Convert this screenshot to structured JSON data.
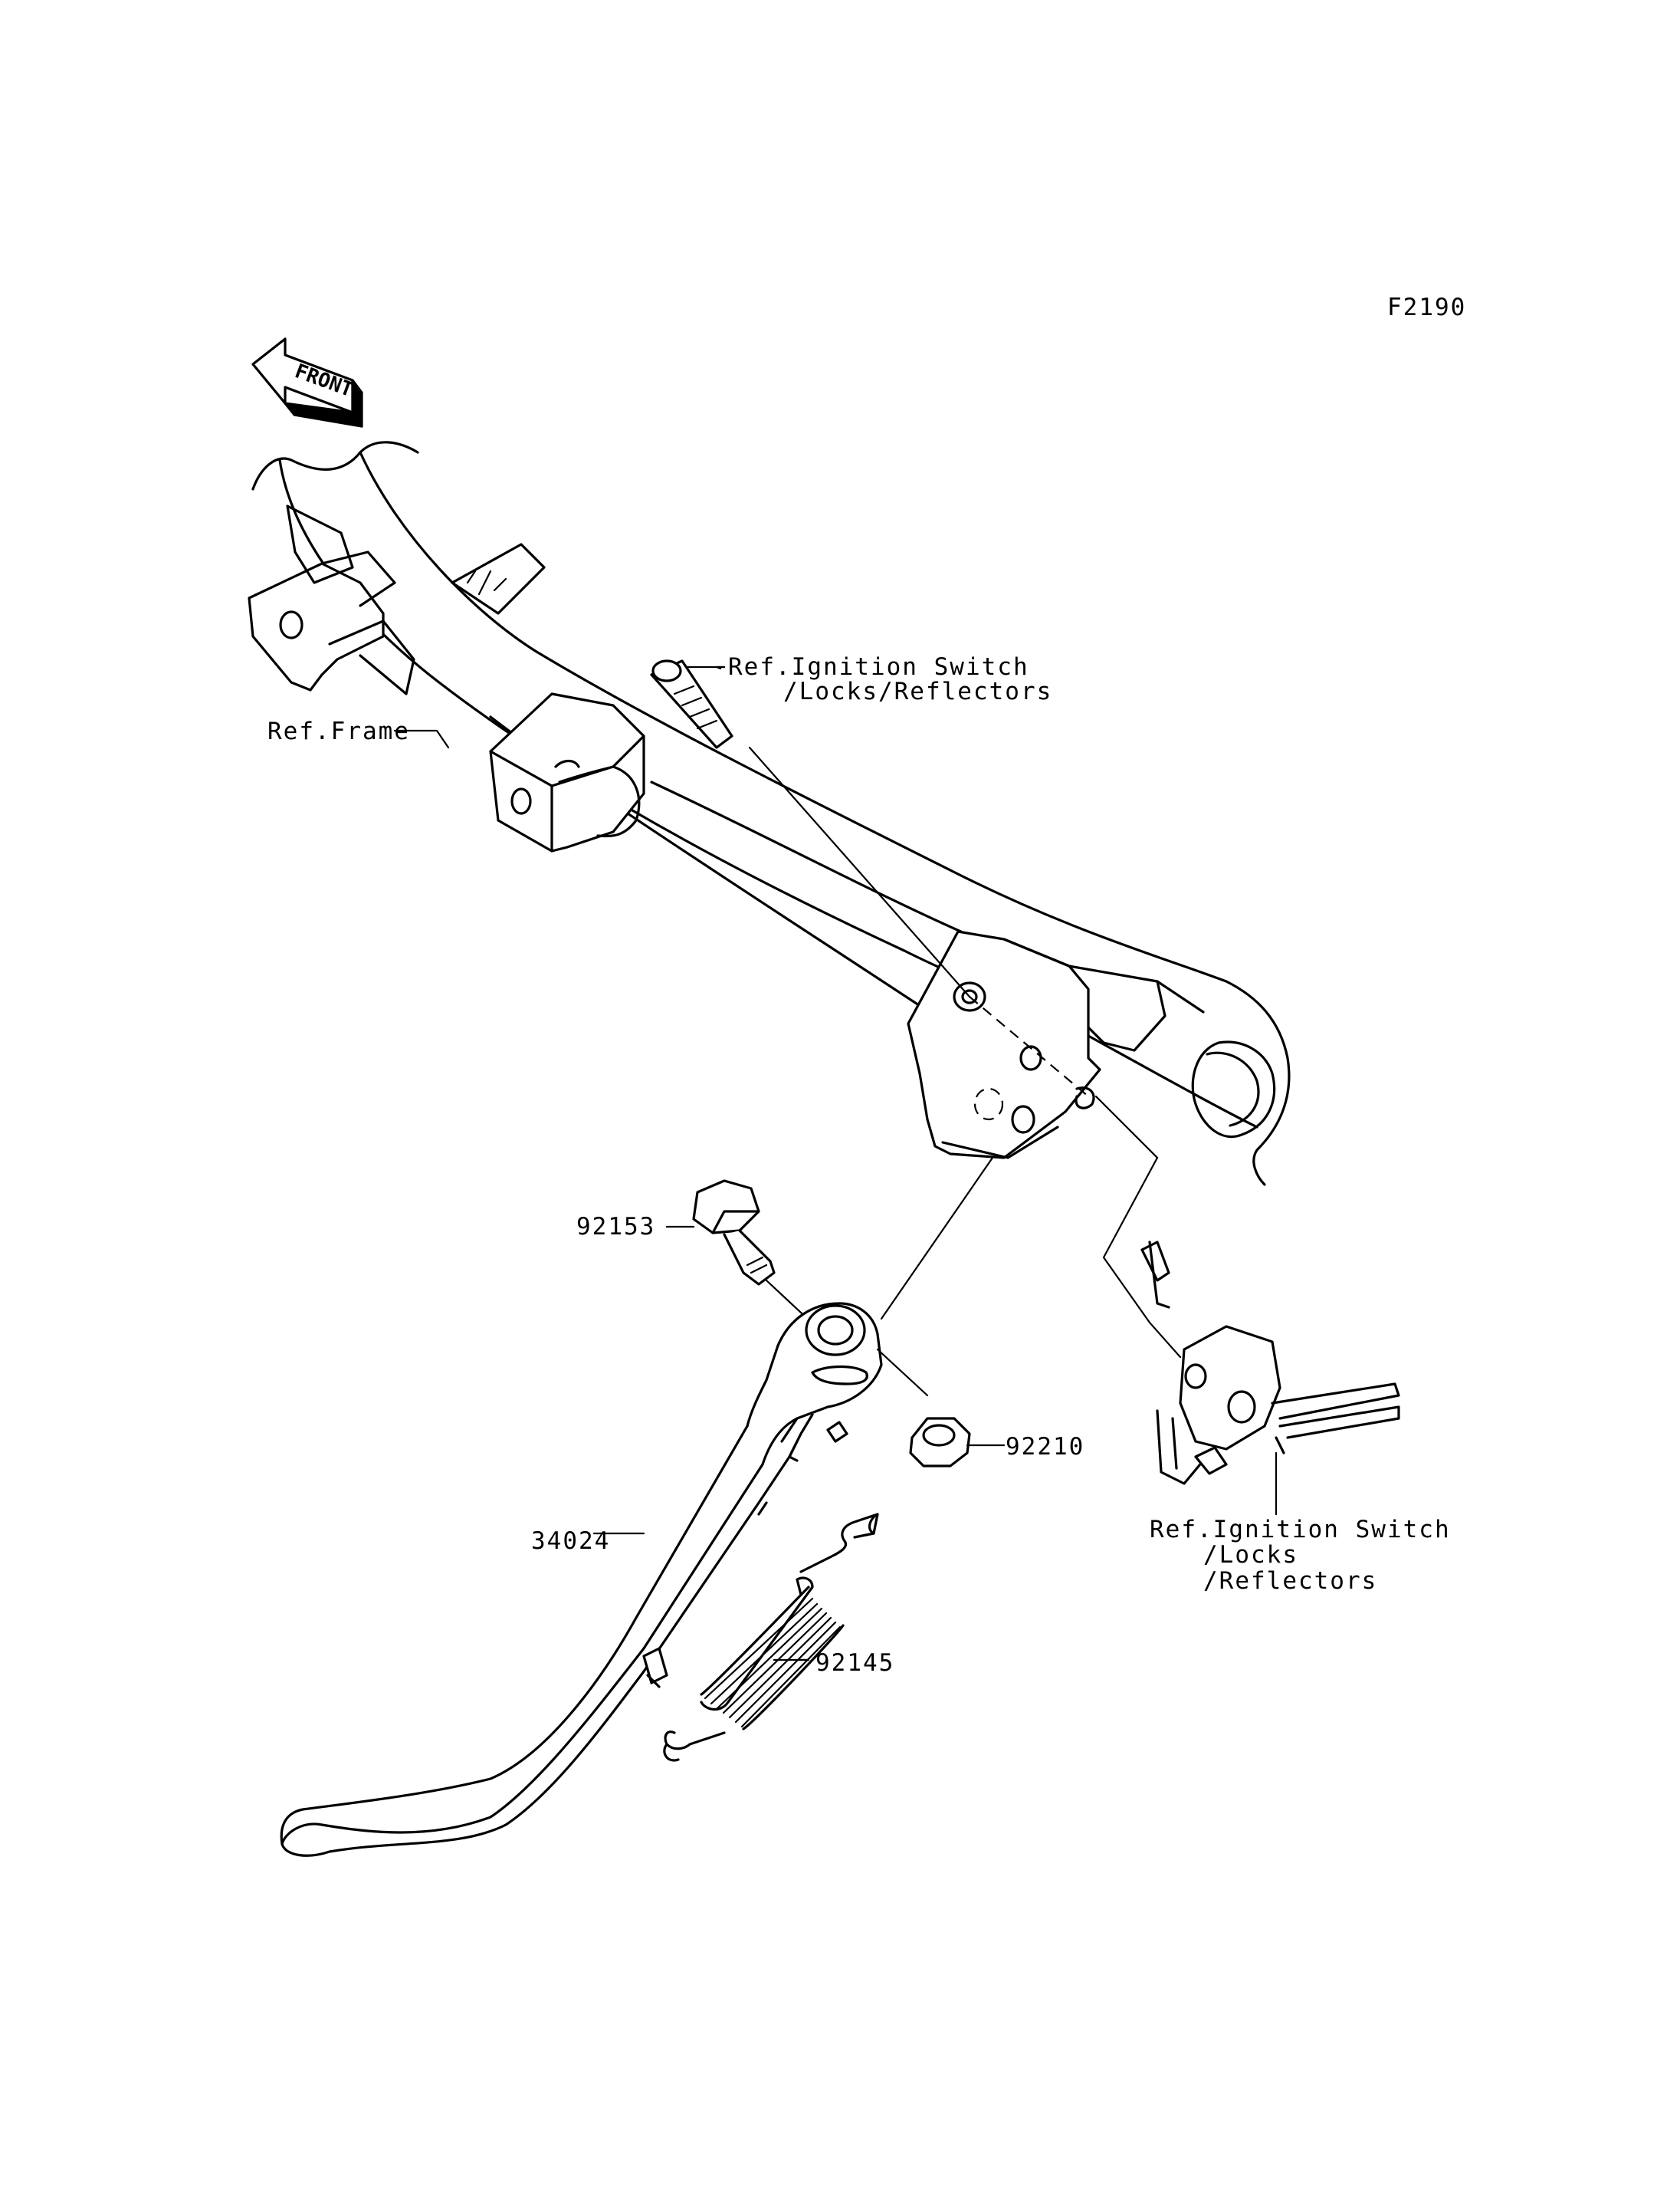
{
  "diagram_code": "F2190",
  "front_arrow_text": "FRONT",
  "callouts": {
    "ref_frame": "Ref.Frame",
    "ref_ignition_top_line1": "Ref.Ignition Switch",
    "ref_ignition_top_line2": "/Locks/Reflectors",
    "part_92153": "92153",
    "part_92210": "92210",
    "part_34024": "34024",
    "part_92145": "92145",
    "ref_ignition_bottom_line1": "Ref.Ignition Switch",
    "ref_ignition_bottom_line2": "/Locks",
    "ref_ignition_bottom_line3": "/Reflectors"
  }
}
